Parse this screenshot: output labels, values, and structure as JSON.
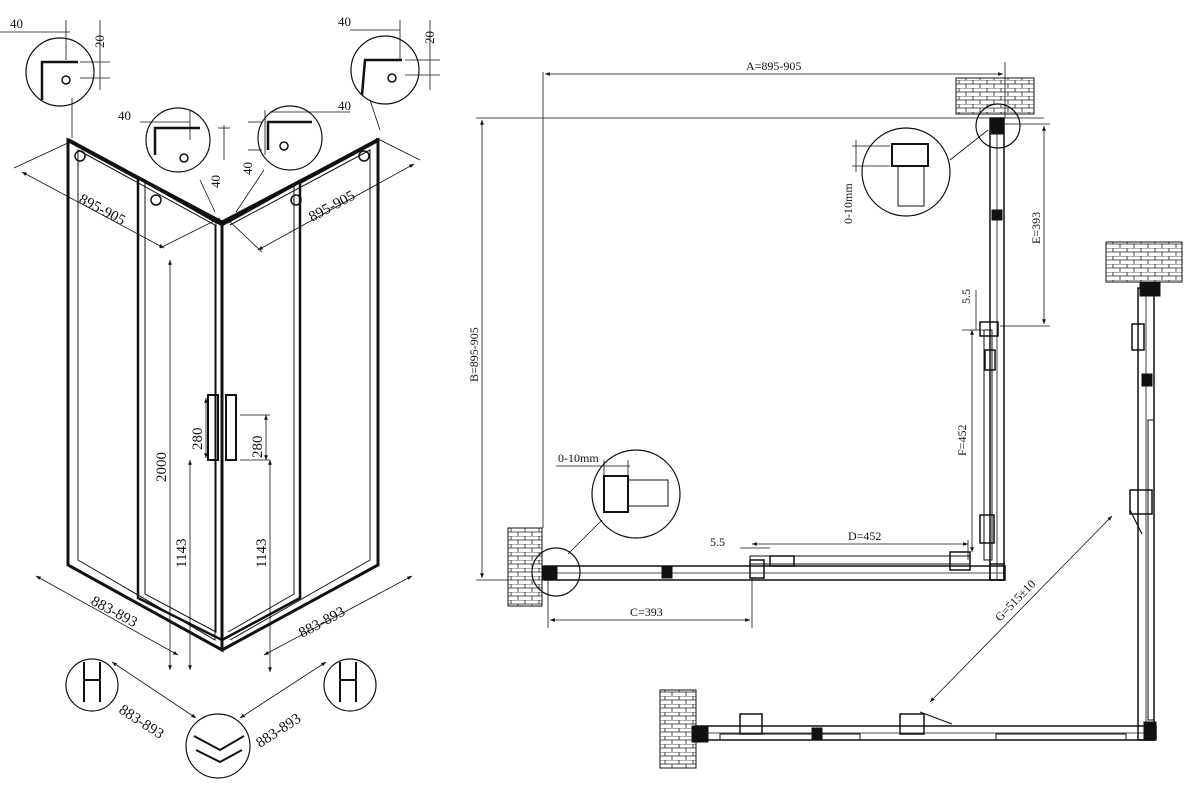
{
  "drawing": {
    "iso_dims": {
      "dim_40_tl": "40",
      "dim_20_tl": "20",
      "dim_40_tr": "40",
      "dim_20_tr": "20",
      "dim_40_ml_h": "40",
      "dim_40_ml_v": "40",
      "dim_40_mr_h": "40",
      "dim_40_mr_v": "40",
      "top_left_width": "895-905",
      "top_right_width": "895-905",
      "height": "2000",
      "handle_left": "280",
      "handle_right": "280",
      "handle_height_left": "1143",
      "handle_height_right": "1143",
      "bottom_left_width": "883-893",
      "bottom_right_width": "883-893",
      "detail_left_width": "883-893",
      "detail_right_width": "883-893"
    },
    "plan_dims": {
      "a": "A=895-905",
      "b": "B=895-905",
      "c": "C=393",
      "d": "D=452",
      "e": "E=393",
      "f": "F=452",
      "g": "G=515±10",
      "gap_top": "5.5",
      "gap_bottom": "5.5",
      "adjust_top": "0-10mm",
      "adjust_bottom": "0-10mm"
    }
  }
}
